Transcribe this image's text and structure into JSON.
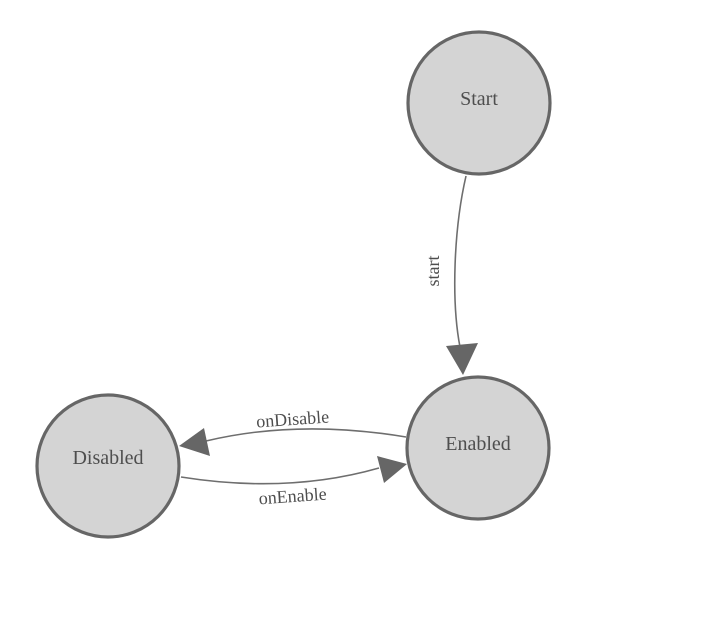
{
  "diagram": {
    "type": "state-machine",
    "nodes": [
      {
        "id": "start",
        "label": "Start"
      },
      {
        "id": "enabled",
        "label": "Enabled"
      },
      {
        "id": "disabled",
        "label": "Disabled"
      }
    ],
    "edges": [
      {
        "id": "start-to-enabled",
        "label": "start",
        "from": "Start",
        "to": "Enabled"
      },
      {
        "id": "enabled-to-disabled",
        "label": "onDisable",
        "from": "Enabled",
        "to": "Disabled"
      },
      {
        "id": "disabled-to-enabled",
        "label": "onEnable",
        "from": "Disabled",
        "to": "Enabled"
      }
    ],
    "colors": {
      "background": "#ffffff",
      "node_fill": "#d4d4d4",
      "node_stroke": "#666666",
      "edge_stroke": "#6e6e6e",
      "arrow_fill": "#666666",
      "text": "#4e4e4e"
    }
  }
}
